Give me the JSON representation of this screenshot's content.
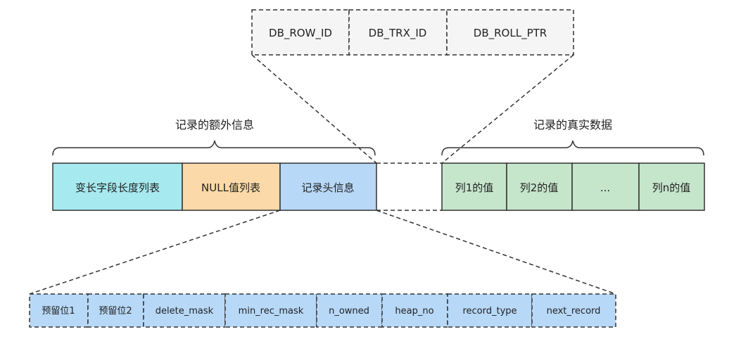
{
  "hidden_columns": {
    "items": [
      "DB_ROW_ID",
      "DB_TRX_ID",
      "DB_ROLL_PTR"
    ],
    "fill": "#f5f5f5"
  },
  "labels": {
    "extra_info": "记录的额外信息",
    "real_data": "记录的真实数据"
  },
  "extra_info_cells": [
    {
      "label": "变长字段长度列表",
      "fill": "#a6e9ef"
    },
    {
      "label": "NULL值列表",
      "fill": "#fcd9a8"
    },
    {
      "label": "记录头信息",
      "fill": "#b7d8f7"
    }
  ],
  "real_data_cells": [
    {
      "label": "列1的值",
      "fill": "#c6e6cb"
    },
    {
      "label": "列2的值",
      "fill": "#c6e6cb"
    },
    {
      "label": "...",
      "fill": "#c6e6cb"
    },
    {
      "label": "列n的值",
      "fill": "#c6e6cb"
    }
  ],
  "header_fields": {
    "items": [
      "预留位1",
      "预留位2",
      "delete_mask",
      "min_rec_mask",
      "n_owned",
      "heap_no",
      "record_type",
      "next_record"
    ],
    "fill": "#b7d8f7"
  }
}
